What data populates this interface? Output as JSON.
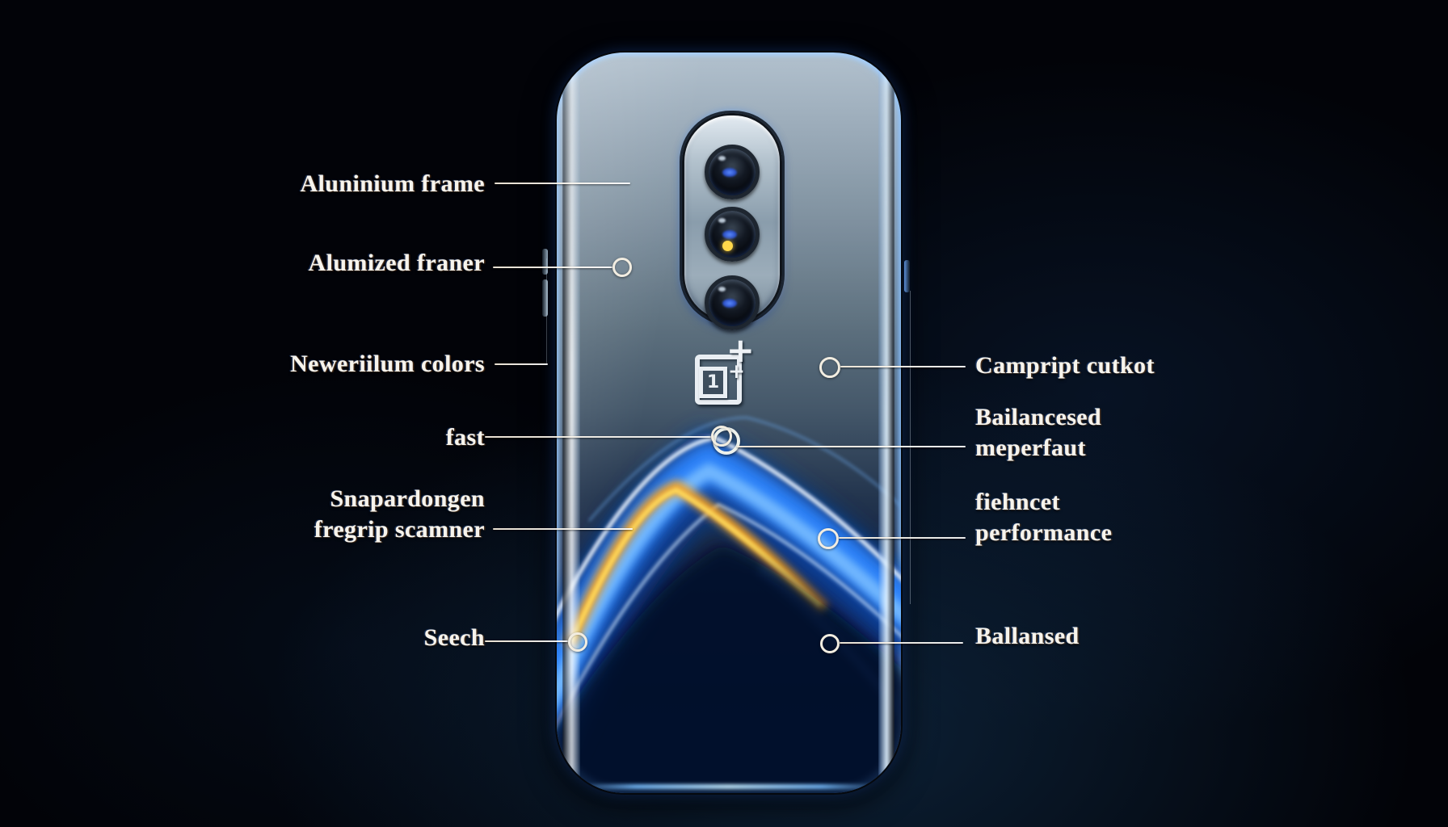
{
  "scene": {
    "description": "Annotated marketing diagram of a smartphone back panel with triple camera, brand logo and glossy blue wave finish",
    "background_color": "#020308",
    "accent_blue": "#2f86ff",
    "accent_orange": "#ffb425",
    "flash_color": "#ffd84a",
    "callout_line_color": "#f3ead9",
    "label_text_color": "#f7f4ec"
  },
  "logo": {
    "digit": "1",
    "plus_large": "+",
    "plus_small": "+"
  },
  "camera": {
    "lens_count": 3
  },
  "callouts": {
    "left": [
      {
        "text": "Aluninium frame"
      },
      {
        "text": "Alumized franer"
      },
      {
        "text": "Neweriilum colors"
      },
      {
        "text": "fast"
      },
      {
        "line1": "Snapardongen",
        "line2": "fregrip scamner"
      },
      {
        "text": "Seech"
      }
    ],
    "right": [
      {
        "text": "Campript cutkot"
      },
      {
        "line1": "Bailancesed",
        "line2": "meperfaut"
      },
      {
        "line1": "fiehncet",
        "line2": "performance"
      },
      {
        "text": "Ballansed"
      }
    ]
  }
}
